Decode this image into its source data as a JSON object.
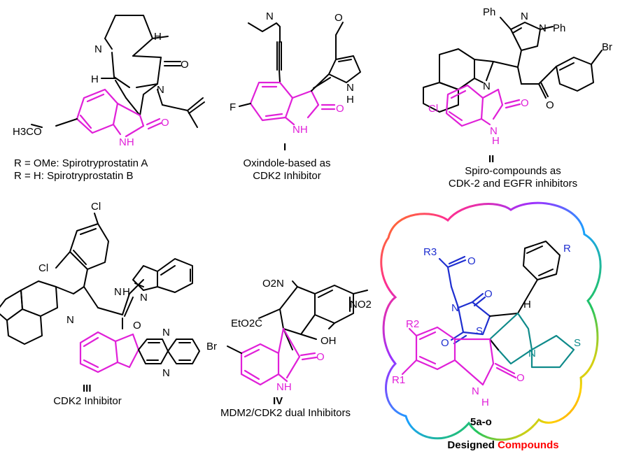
{
  "compounds": [
    {
      "id": "spirotryprostatin",
      "label": "",
      "caption_lines": [
        "R = OMe: Spirotryprostatin A",
        "R = H: Spirotryprostatin B"
      ],
      "atoms": [
        "N",
        "H",
        "N",
        "O",
        "H",
        "O",
        "NH"
      ],
      "substituent": "H3CO"
    },
    {
      "id": "compound-I",
      "label": "I",
      "caption_lines": [
        "Oxindole-based as",
        "CDK2 Inhibitor"
      ],
      "atoms": [
        "N",
        "O",
        "F",
        "O",
        "N",
        "H",
        "NH"
      ]
    },
    {
      "id": "compound-II",
      "label": "II",
      "caption_lines": [
        "Spiro-compounds as",
        "CDK-2 and EGFR inhibitors"
      ],
      "atoms": [
        "Ph",
        "N",
        "N",
        "Ph",
        "Br",
        "N",
        "O",
        "Cl",
        "O",
        "N",
        "H"
      ]
    },
    {
      "id": "compound-III",
      "label": "III",
      "caption_lines": [
        "CDK2 Inhibitor"
      ],
      "atoms": [
        "Cl",
        "Cl",
        "H",
        "N",
        "N",
        "O",
        "N",
        "N",
        "N"
      ]
    },
    {
      "id": "compound-IV",
      "label": "IV",
      "caption_lines": [
        "MDM2/CDK2 dual Inhibitors"
      ],
      "atoms": [
        "O2N",
        "NO2",
        "EtO2C",
        "OH",
        "Br",
        "O",
        "NH"
      ]
    },
    {
      "id": "designed",
      "label": "5a-o",
      "caption_part1": "Designed",
      "caption_part2": "Compounds",
      "atoms": [
        "R3",
        "O",
        "R",
        "N",
        "O",
        "H",
        "O",
        "S",
        "R2",
        "N",
        "S",
        "R1",
        "O",
        "H",
        "N"
      ]
    }
  ],
  "colors": {
    "oxindole": "#e020d8",
    "thiazolidine": "#1f2fd0",
    "bicyclic": "#0e8a8a",
    "highlight": "#ff0000",
    "text": "#000000"
  }
}
